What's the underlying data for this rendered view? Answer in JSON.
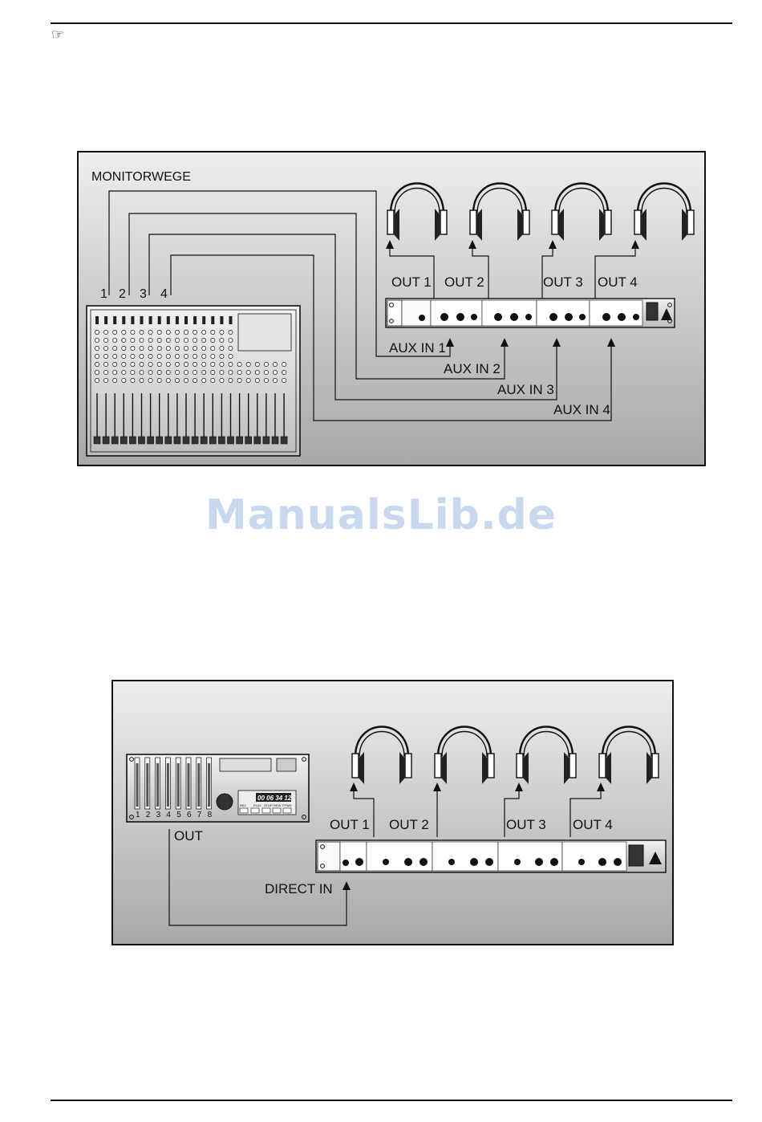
{
  "header": {
    "note_icon": "pointing-hand-icon",
    "note_glyph": "☞"
  },
  "watermark": "ManualsLib.de",
  "figure1": {
    "mixer_label": "MONITORWEGE",
    "send_numbers": [
      "1",
      "2",
      "3",
      "4"
    ],
    "outputs": [
      "OUT 1",
      "OUT 2",
      "OUT 3",
      "OUT 4"
    ],
    "inputs": [
      "AUX IN 1",
      "AUX IN 2",
      "AUX IN 3",
      "AUX IN 4"
    ]
  },
  "figure2": {
    "recorder_out_label": "OUT",
    "direct_in_label": "DIRECT IN",
    "outputs": [
      "OUT 1",
      "OUT 2",
      "OUT 3",
      "OUT 4"
    ],
    "counter_display": "00 06 34 12",
    "channel_numbers": [
      "1",
      "2",
      "3",
      "4",
      "5",
      "6",
      "7",
      "8"
    ],
    "transport_labels": [
      "REC",
      "PLAY",
      "STOP",
      "REW",
      "FFWD"
    ]
  },
  "colors": {
    "panel_top": "#e9e9e9",
    "panel_bottom": "#a9a9a9",
    "line": "#111111",
    "watermark": "#c8d8ef"
  }
}
